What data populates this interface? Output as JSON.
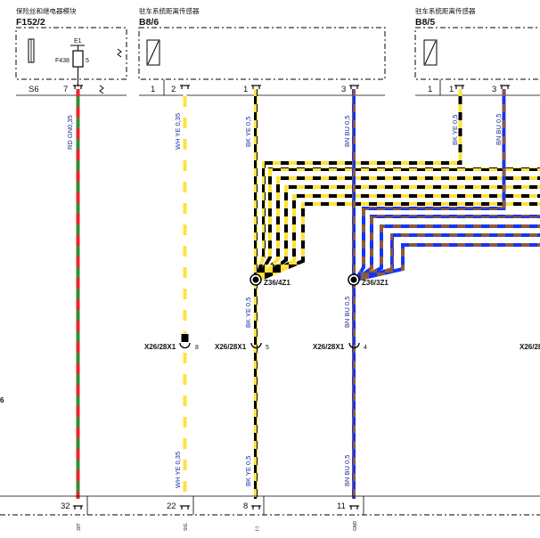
{
  "colors": {
    "RD": "#e8262b",
    "GN": "#3a8a3a",
    "WH": "#ffffff",
    "YE": "#ffe23c",
    "BK": "#000000",
    "BN": "#8b5a3c",
    "BU": "#1035ff",
    "frame": "#000000"
  },
  "modules": {
    "fuse_relay": {
      "name_cn": "保险丝和继电器模块",
      "id": "F152/2",
      "fuse_label": "F438",
      "relay_label": "E1",
      "relay_pin": "5",
      "ground_label": "S6",
      "pin": "7"
    },
    "sensor_b8_6": {
      "name_cn": "驻车系统距离传感器",
      "id": "B8/6",
      "pins": [
        "1",
        "2",
        "1",
        "3"
      ]
    },
    "sensor_b8_5": {
      "name_cn": "驻车系统距离传感器",
      "id": "B8/5",
      "pins": [
        "1",
        "1",
        "3"
      ]
    }
  },
  "wires": {
    "rd_gn_upper": "RD GN0,35",
    "wh_ye_upper": "WH YE 0,35",
    "bk_ye_upper": "BK YE 0,5",
    "bn_bu_upper": "BN BU 0,5",
    "bk_ye_right": "BK YE 0,5",
    "bn_bu_right": "BN BU 0,5",
    "bk_ye_mid": "BK YE 0,5",
    "bn_bu_mid": "BN BU 0,5",
    "wh_ye_lower": "WH YE 0,35",
    "bk_ye_lower": "BK YE 0,5",
    "bn_bu_lower": "BN BU 0,5"
  },
  "splices": {
    "left": "Z36/4Z1",
    "right": "Z36/3Z1"
  },
  "connectors": {
    "c1": {
      "label": "X26/28X1",
      "pin": "8"
    },
    "c2": {
      "label": "X26/28X1",
      "pin": "5"
    },
    "c3": {
      "label": "X26/28X1",
      "pin": "4"
    },
    "c4": {
      "label": "X26/28"
    }
  },
  "edge_marker": "6",
  "bottom_module": {
    "pins": [
      "32",
      "22",
      "8",
      "11"
    ],
    "tiny": [
      "30T",
      "SIG",
      "(-)",
      "GND"
    ]
  }
}
